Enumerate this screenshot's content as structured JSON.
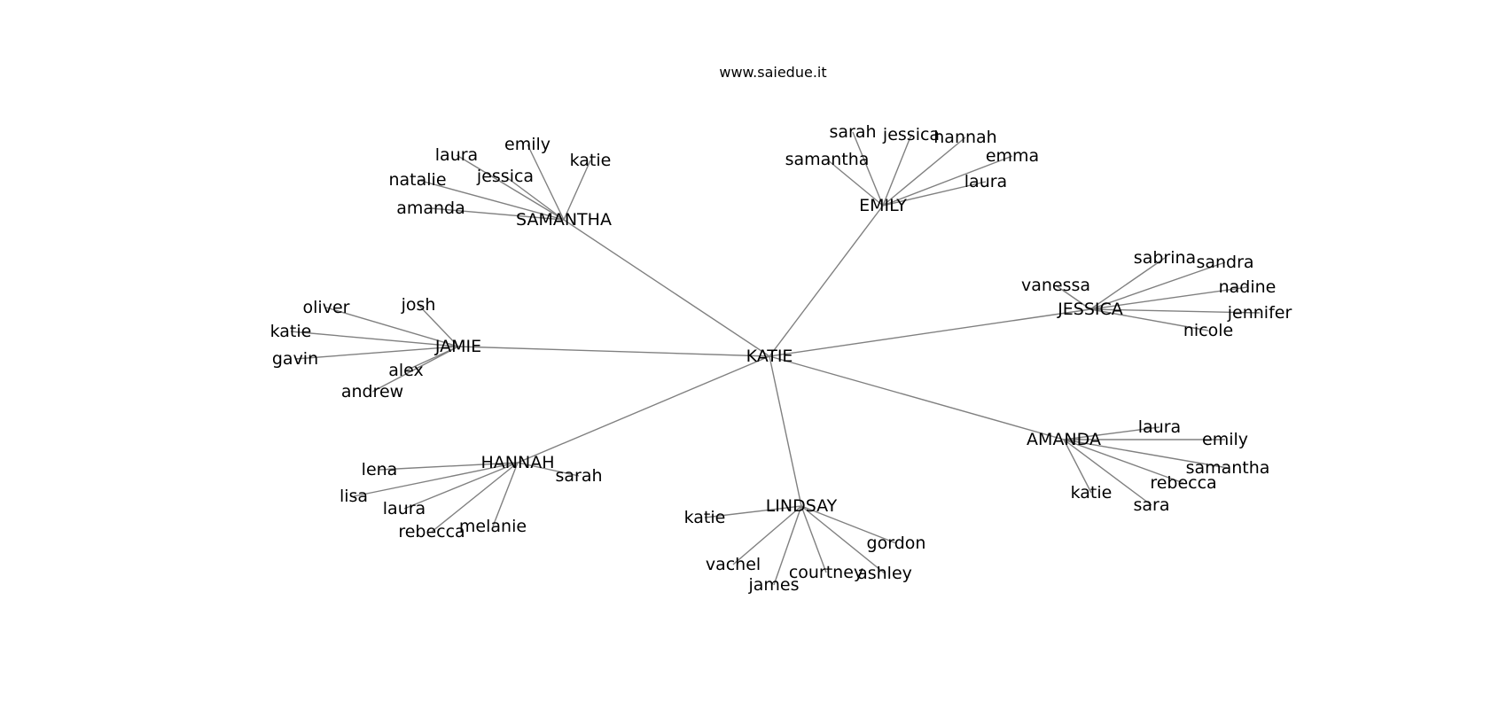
{
  "watermark": "www.saiedue.it",
  "root": "KATIE",
  "hubs": [
    {
      "id": "samantha",
      "label": "SAMANTHA",
      "leaves": [
        "emily",
        "laura",
        "jessica",
        "katie",
        "natalie",
        "amanda"
      ]
    },
    {
      "id": "emily",
      "label": "EMILY",
      "leaves": [
        "sarah",
        "jessica",
        "hannah",
        "samantha",
        "emma",
        "laura"
      ]
    },
    {
      "id": "jessica",
      "label": "JESSICA",
      "leaves": [
        "sabrina",
        "sandra",
        "vanessa",
        "nadine",
        "jennifer",
        "nicole"
      ]
    },
    {
      "id": "jamie",
      "label": "JAMIE",
      "leaves": [
        "josh",
        "oliver",
        "katie",
        "gavin",
        "alex",
        "andrew"
      ]
    },
    {
      "id": "amanda",
      "label": "AMANDA",
      "leaves": [
        "laura",
        "emily",
        "samantha",
        "rebecca",
        "katie",
        "sara"
      ]
    },
    {
      "id": "hannah",
      "label": "HANNAH",
      "leaves": [
        "lena",
        "sarah",
        "lisa",
        "laura",
        "melanie",
        "rebecca"
      ]
    },
    {
      "id": "lindsay",
      "label": "LINDSAY",
      "leaves": [
        "katie",
        "gordon",
        "vachel",
        "courtney",
        "ashley",
        "james"
      ]
    }
  ]
}
